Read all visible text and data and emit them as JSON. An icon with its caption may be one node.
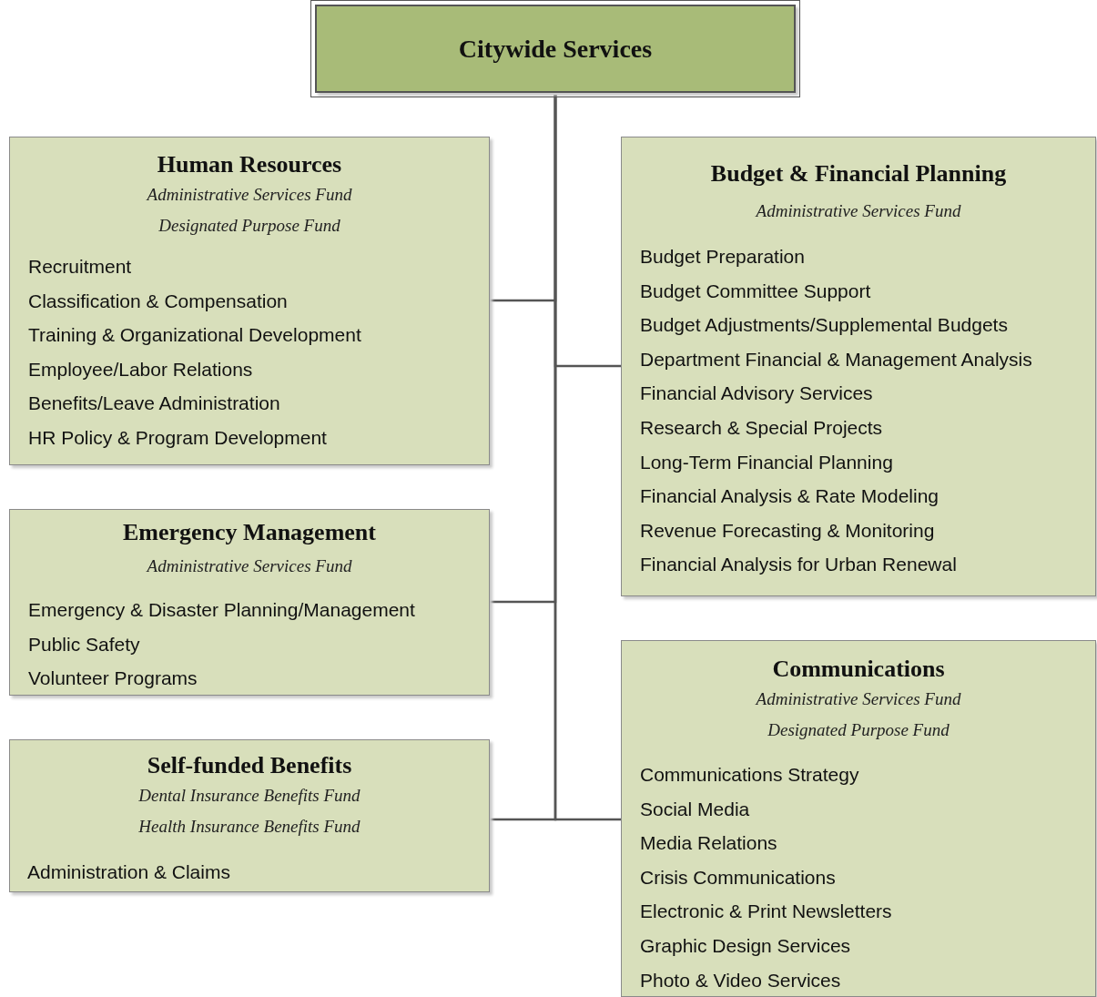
{
  "diagram": {
    "nodes": [
      {
        "text": [
          "Citywide Services"
        ]
      },
      {
        "text": [
          "Human Resources",
          "Administrative Services Fund",
          "Designated Purpose Fund",
          "Recruitment",
          "Classification & Compensation",
          "Training & Organizational Development",
          "Employee/Labor Relations",
          "Benefits/Leave Administration",
          "HR Policy & Program Development"
        ]
      },
      {
        "text": [
          "Budget & Financial Planning",
          "Administrative Services Fund",
          "Budget Preparation",
          "Budget Committee Support",
          "Budget Adjustments/Supplemental Budgets",
          "Department Financial & Management Analysis",
          "Financial Advisory Services",
          "Research & Special Projects",
          "Long-Term Financial Planning",
          "Financial Analysis & Rate Modeling",
          "Revenue Forecasting & Monitoring",
          "Financial Analysis for Urban Renewal"
        ]
      },
      {
        "text": [
          "Emergency Management",
          "Administrative Services Fund",
          "Emergency & Disaster Planning/Management",
          "Public Safety",
          "Volunteer Programs"
        ]
      },
      {
        "text": [
          "Communications",
          "Administrative Services Fund",
          "Designated Purpose Fund",
          "Communications Strategy",
          "Social Media",
          "Media Relations",
          "Crisis Communications",
          "Electronic & Print Newsletters",
          "Graphic Design Services",
          "Photo & Video Services"
        ]
      },
      {
        "text": [
          "Self-funded Benefits",
          "Dental Insurance Benefits Fund",
          "Health Insurance Benefits Fund",
          "Administration & Claims"
        ]
      }
    ],
    "edges": [
      {
        "from": 0,
        "to": 1,
        "arrow": "none"
      },
      {
        "from": 0,
        "to": 2,
        "arrow": "none"
      },
      {
        "from": 0,
        "to": 3,
        "arrow": "none"
      },
      {
        "from": 0,
        "to": 4,
        "arrow": "none"
      },
      {
        "from": 0,
        "to": 5,
        "arrow": "none"
      }
    ]
  }
}
